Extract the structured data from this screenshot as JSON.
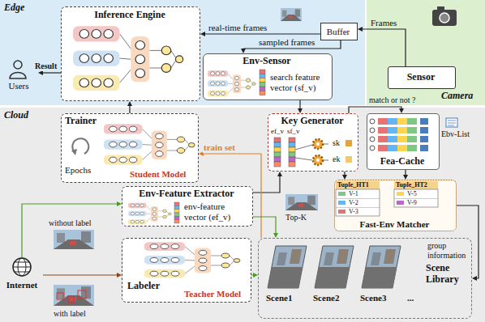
{
  "diagram": {
    "nodes": [
      {
        "text": [
          "Edge"
        ]
      },
      {
        "text": [
          "Users"
        ],
        "in": 0
      },
      {
        "text": [
          "Inference Engine"
        ],
        "in": 0
      },
      {
        "text": [
          "Buffer"
        ],
        "in": 0
      },
      {
        "text": [
          "Env-Sensor",
          "search feature vector (sf_v)"
        ],
        "in": 0
      },
      {
        "text": [
          "Camera"
        ]
      },
      {
        "text": [
          "Sensor"
        ],
        "in": 5
      },
      {
        "text": [
          "Cloud"
        ]
      },
      {
        "text": [
          "Trainer",
          "Epochs",
          "Student Model"
        ],
        "in": 7
      },
      {
        "text": [
          "Key Generator"
        ],
        "in": 7
      },
      {
        "text": [
          "Fea-Cache"
        ],
        "in": 7
      },
      {
        "text": [
          "Env-Feature Extractor",
          "env-feature vector (ef_v)"
        ],
        "in": 7
      },
      {
        "text": [
          "Fast-Env Matcher"
        ],
        "in": 7
      },
      {
        "text": [
          "Labeler",
          "Teacher Model"
        ],
        "in": 7
      },
      {
        "text": [
          "Scene Library"
        ],
        "in": 7
      },
      {
        "text": [
          "Internet"
        ],
        "in": 7
      }
    ],
    "edges": [
      {
        "from": 2,
        "to": 1,
        "label": "Result",
        "arrow": "to"
      },
      {
        "from": 6,
        "to": 3,
        "label": "Frames",
        "arrow": "to"
      },
      {
        "from": 3,
        "to": 2,
        "label": "real-time frames",
        "arrow": "to"
      },
      {
        "from": 3,
        "to": 4,
        "label": "sampled frames",
        "arrow": "to"
      },
      {
        "from": 8,
        "to": 2,
        "arrow": "to"
      },
      {
        "from": 4,
        "to": 9,
        "arrow": "to"
      },
      {
        "from": 11,
        "to": 9,
        "arrow": "to"
      },
      {
        "from": 9,
        "to": 10,
        "label": "match or not ?",
        "arrow": "to"
      },
      {
        "from": 10,
        "to": 12,
        "arrow": "to"
      },
      {
        "from": 9,
        "to": 12,
        "arrow": "to"
      },
      {
        "from": 12,
        "to": 14,
        "label": "group information",
        "arrow": "to"
      },
      {
        "from": 14,
        "to": 8,
        "label": "train set",
        "arrow": "to"
      },
      {
        "from": 15,
        "to": 11,
        "arrow": "to"
      },
      {
        "from": 15,
        "to": 13,
        "arrow": "to"
      },
      {
        "from": 11,
        "to": 14,
        "arrow": "to"
      },
      {
        "from": 13,
        "to": 14,
        "arrow": "to"
      }
    ],
    "labels": [
      "ef_v",
      "sf_v",
      "sk",
      "ek",
      "Ebv-List",
      "Tuple_HT1",
      "V-1",
      "V-2",
      "V-3",
      "Tuple_HT2",
      "V-5",
      "V-9",
      "Top-K",
      "without label",
      "with label",
      "Scene1",
      "Scene2",
      "Scene3",
      "..."
    ]
  }
}
